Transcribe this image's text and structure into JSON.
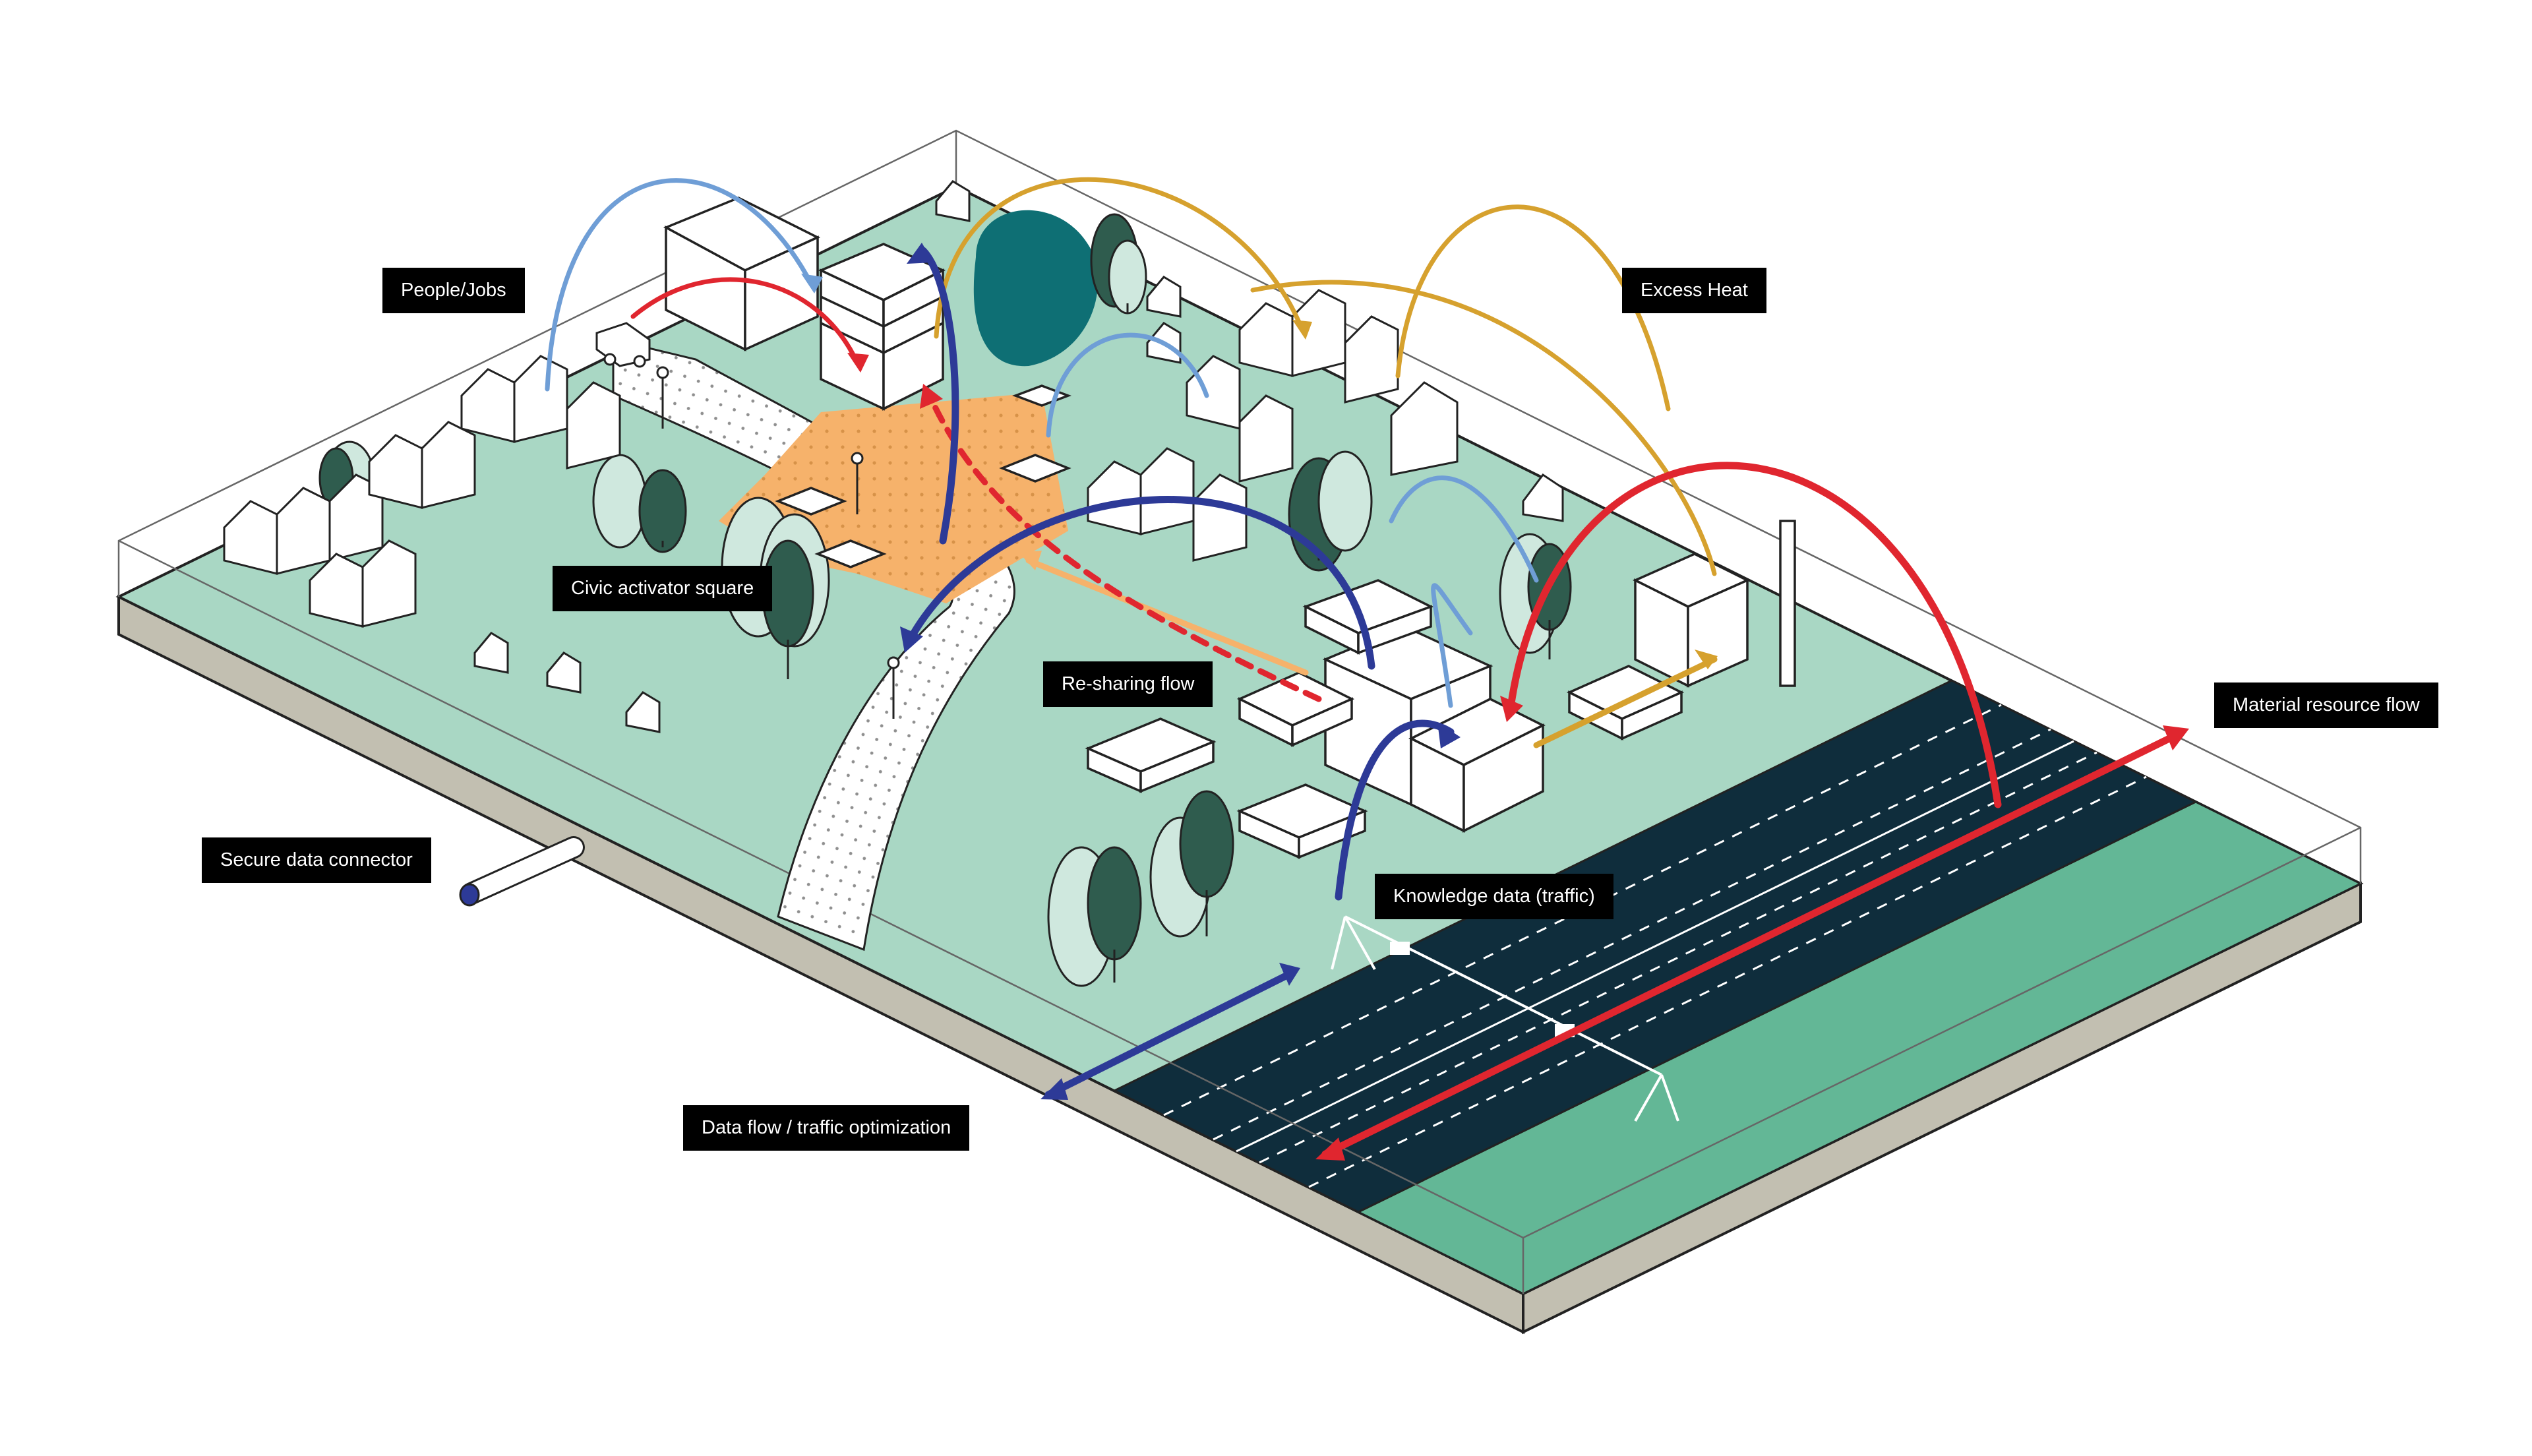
{
  "labels": {
    "people_jobs": "People/Jobs",
    "excess_heat": "Excess Heat",
    "civic_activator_square": "Civic activator square",
    "re_sharing_flow": "Re-sharing flow",
    "material_resource_flow": "Material resource flow",
    "secure_data_connector": "Secure data connector",
    "knowledge_data_traffic": "Knowledge data (traffic)",
    "data_flow_traffic_optimization": "Data flow / traffic optimization"
  },
  "colors": {
    "ground": "#a9d7c4",
    "grass_strip": "#63b796",
    "road": "#0f2d3c",
    "slab_side": "#c2bfb1",
    "square": "#f6b26b",
    "tree_dark": "#2f5c4e",
    "tree_light": "#cfe8de",
    "pond": "#0e6f74",
    "flow_red": "#e0262f",
    "flow_blue": "#2d3a97",
    "flow_lightblue": "#6f9ed6",
    "flow_gold": "#d6a12e"
  }
}
